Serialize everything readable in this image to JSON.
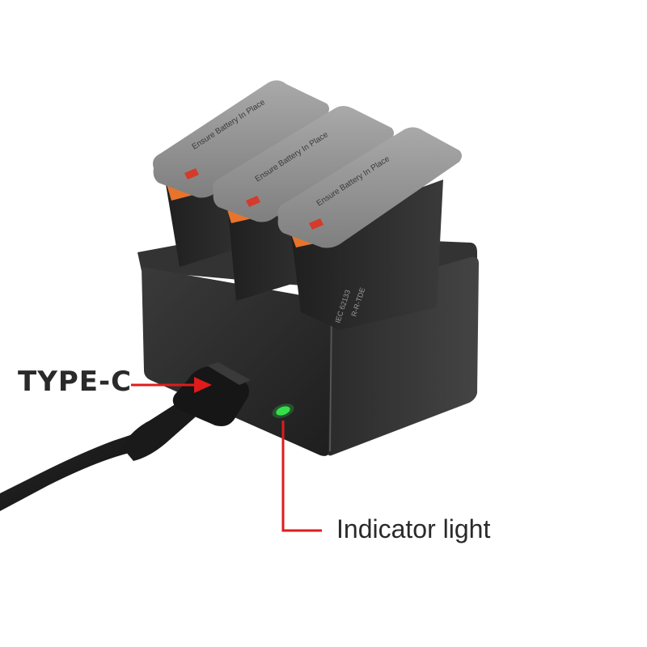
{
  "callouts": {
    "type_c": "TYPE-C",
    "indicator": "Indicator light"
  },
  "colors": {
    "arrow": "#e01b1b",
    "led": "#35e04a",
    "charger": "#2b2b2b",
    "battery_top": "#8d8d8d",
    "battery_accent": "#e8742c"
  },
  "objects": {
    "charger": "three-slot-battery-charger",
    "batteries": [
      "battery-left",
      "battery-middle",
      "battery-right"
    ],
    "cable": "usb-type-c-cable"
  }
}
